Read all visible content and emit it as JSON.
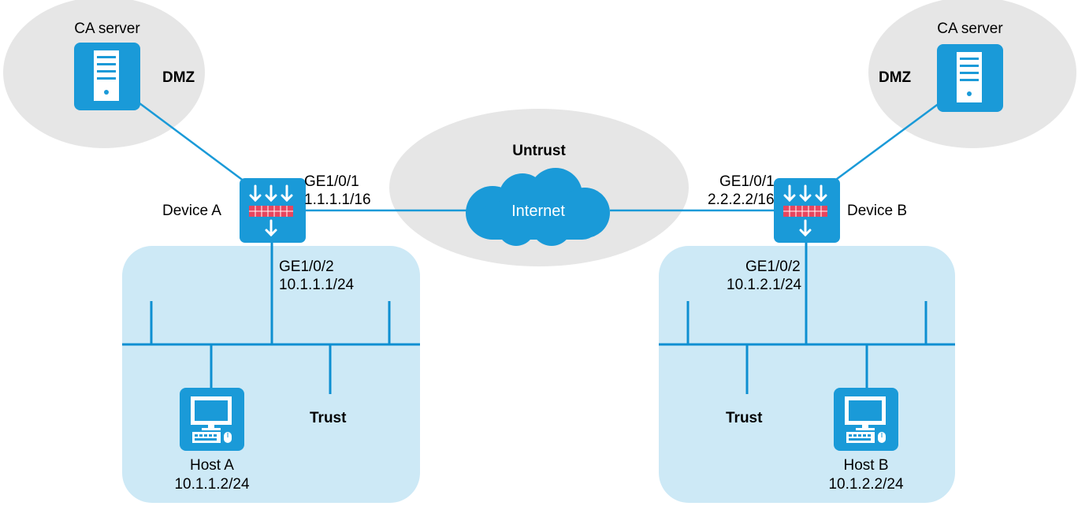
{
  "colors": {
    "zone_gray": "#e6e6e6",
    "zone_trust": "#cde9f6",
    "device_blue": "#1a9ad8",
    "link_blue": "#1a9ad8",
    "lan_blue": "#0d8fd1",
    "firewall_red": "#e8455e"
  },
  "zones": {
    "dmz_left": "DMZ",
    "dmz_right": "DMZ",
    "untrust": "Untrust",
    "trust_left": "Trust",
    "trust_right": "Trust"
  },
  "internet": {
    "label": "Internet"
  },
  "ca_servers": {
    "left": {
      "label": "CA server"
    },
    "right": {
      "label": "CA server"
    }
  },
  "devices": {
    "a": {
      "name": "Device A",
      "wan_if": "GE1/0/1",
      "wan_ip": "1.1.1.1/16",
      "lan_if": "GE1/0/2",
      "lan_ip": "10.1.1.1/24"
    },
    "b": {
      "name": "Device B",
      "wan_if": "GE1/0/1",
      "wan_ip": "2.2.2.2/16",
      "lan_if": "GE1/0/2",
      "lan_ip": "10.1.2.1/24"
    }
  },
  "hosts": {
    "a": {
      "name": "Host A",
      "ip": "10.1.1.2/24"
    },
    "b": {
      "name": "Host B",
      "ip": "10.1.2.2/24"
    }
  }
}
